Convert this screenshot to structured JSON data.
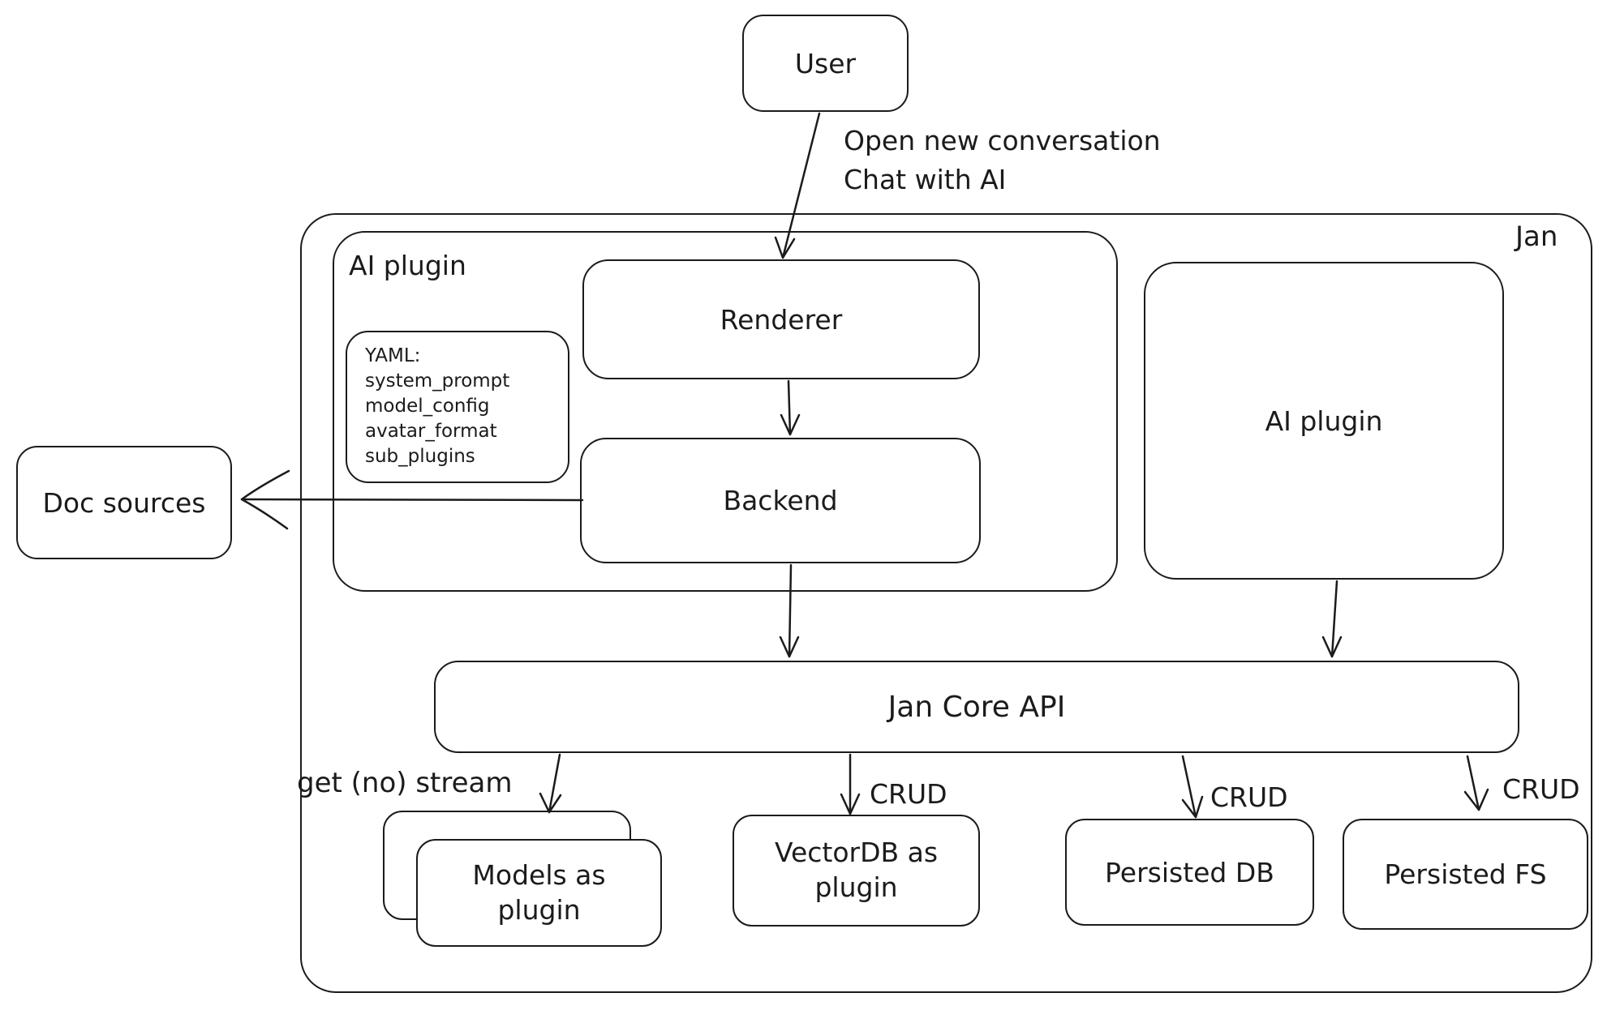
{
  "colors": {
    "stroke": "#1b1b1b",
    "background": "#ffffff"
  },
  "nodes": {
    "user": "User",
    "jan": "Jan",
    "ai_plugin_left": "AI plugin",
    "renderer": "Renderer",
    "backend": "Backend",
    "ai_plugin_right": "AI plugin",
    "doc_sources": "Doc sources",
    "jan_core_api": "Jan Core API",
    "models_plugin": "Models as\nplugin",
    "vectordb_plugin": "VectorDB as\nplugin",
    "persisted_db": "Persisted DB",
    "persisted_fs": "Persisted FS"
  },
  "yaml_note": {
    "title": "YAML:",
    "lines": [
      "system_prompt",
      "model_config",
      "avatar_format",
      "sub_plugins"
    ]
  },
  "edge_labels": {
    "user_flow": "Open new conversation\nChat with AI",
    "get_stream": "get (no) stream",
    "crud_vectordb": "CRUD",
    "crud_persisted_db": "CRUD",
    "crud_persisted_fs": "CRUD"
  }
}
